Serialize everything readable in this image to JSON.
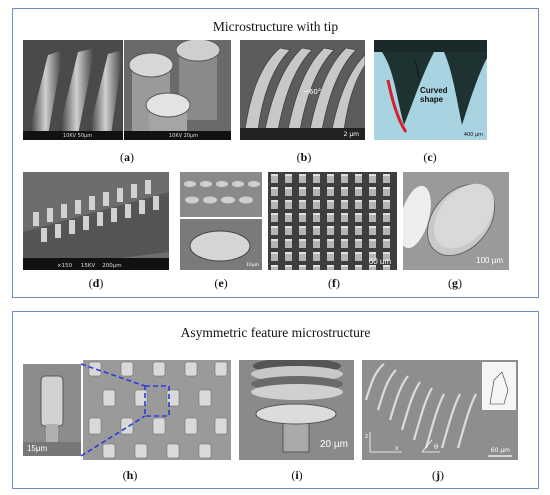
{
  "section1": {
    "title": "Microstructure with tip",
    "captions": [
      "a",
      "b",
      "c",
      "d",
      "e",
      "f",
      "g"
    ],
    "image_text": {
      "a_left": "10KV   50µm",
      "a_right": "10KV   20µm",
      "b_angle": "~60°",
      "b_scale": "2 µm",
      "c_label": "Curved shape",
      "c_scale": "400 µm",
      "d_info": "×150     15KV    200µm",
      "e_scale": "10µm",
      "f_scale": "60 um",
      "g_scale": "100 µm"
    }
  },
  "section2": {
    "title": "Asymmetric feature microstructure",
    "captions": [
      "h",
      "i",
      "j"
    ],
    "image_text": {
      "h_scale": "15µm",
      "i_scale": "20 µm",
      "j_theta": "θ",
      "j_scale": "60 µm",
      "j_axes_x": "x",
      "j_axes_z": "z"
    }
  },
  "colors": {
    "frame": "#6b8fc4",
    "dashed": "#2a3bd6",
    "curve": "#d4202a"
  }
}
